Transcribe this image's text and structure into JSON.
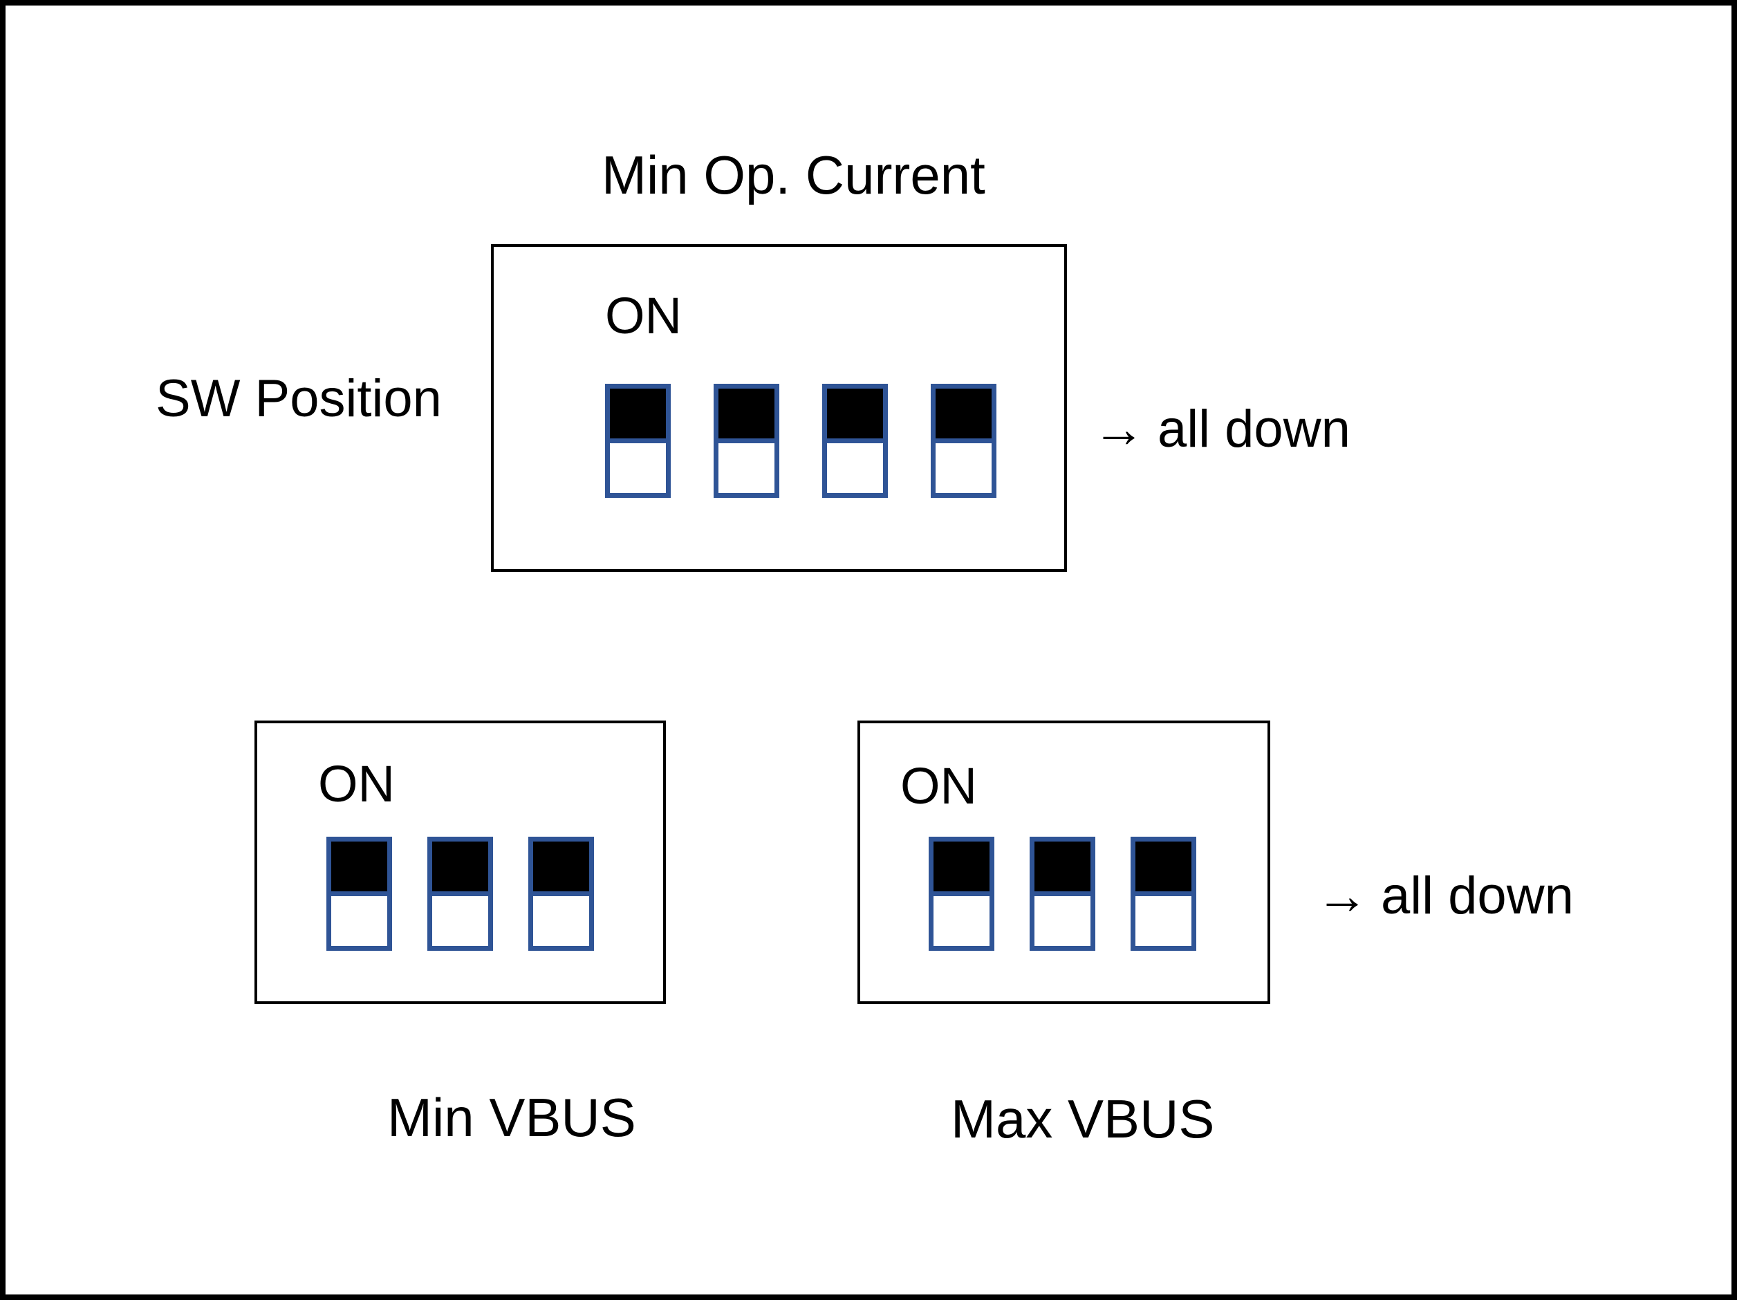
{
  "figure": {
    "colors": {
      "background": "#ffffff",
      "panel_border": "#000000",
      "text": "#000000",
      "switch_border": "#2F5496",
      "switch_on_cell": "#000000",
      "switch_off_cell": "#ffffff"
    },
    "top_panel": {
      "title": "Min Op. Current",
      "side_label": "SW Position",
      "on_label": "ON",
      "switches": [
        "down",
        "down",
        "down",
        "down"
      ],
      "note_arrow": "→",
      "note_text": "all down"
    },
    "bottom_left_panel": {
      "on_label": "ON",
      "switches": [
        "down",
        "down",
        "down"
      ],
      "caption": "Min VBUS"
    },
    "bottom_right_panel": {
      "on_label": "ON",
      "switches": [
        "down",
        "down",
        "down"
      ],
      "caption": "Max VBUS",
      "note_arrow": "→",
      "note_text": "all down"
    }
  }
}
